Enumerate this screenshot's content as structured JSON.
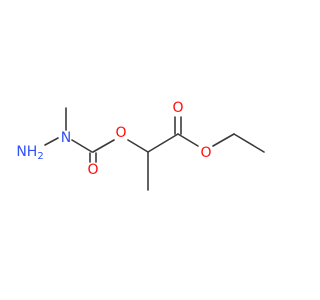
{
  "molecule": {
    "atoms": [
      {
        "id": "n_amine",
        "label": "NH",
        "sub": "2",
        "color": "#3050f8"
      },
      {
        "id": "n_methyl",
        "label": "N",
        "color": "#3050f8"
      },
      {
        "id": "o_carbonyl1",
        "label": "O",
        "color": "#ff0d0d"
      },
      {
        "id": "o_ester1",
        "label": "O",
        "color": "#ff0d0d"
      },
      {
        "id": "o_carbonyl2",
        "label": "O",
        "color": "#ff0d0d"
      },
      {
        "id": "o_ester2",
        "label": "O",
        "color": "#ff0d0d"
      }
    ],
    "bond_color": "#3a3a3a"
  }
}
